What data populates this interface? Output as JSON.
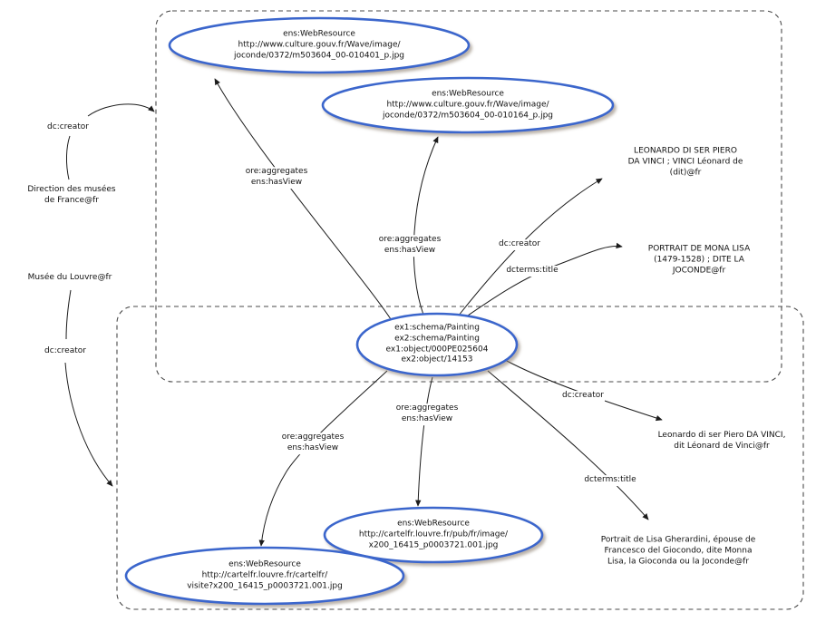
{
  "diagram": {
    "nodes": {
      "painting": {
        "label": "ex1:schema/Painting\nex2:schema/Painting\nex1:object/000PE025604\nex2:object/14153"
      },
      "web1": {
        "label": "ens:WebResource\nhttp://www.culture.gouv.fr/Wave/image/\njoconde/0372/m503604_00-010401_p.jpg"
      },
      "web2": {
        "label": "ens:WebResource\nhttp://www.culture.gouv.fr/Wave/image/\njoconde/0372/m503604_00-010164_p.jpg"
      },
      "web3": {
        "label": "ens:WebResource\nhttp://cartelfr.louvre.fr/pub/fr/image/\nx200_16415_p0003721.001.jpg"
      },
      "web4": {
        "label": "ens:WebResource\nhttp://cartelfr.louvre.fr/cartelfr/\nvisite?x200_16415_p0003721.001.jpg"
      }
    },
    "literals": {
      "direction_musees": "Direction des musées\nde France@fr",
      "musee_louvre": "Musée du Louvre@fr",
      "leonardo_caps": "LEONARDO DI SER PIERO\nDA VINCI ; VINCI Léonard de\n(dit)@fr",
      "portrait_caps": "PORTRAIT DE MONA LISA\n(1479-1528) ; DITE LA\nJOCONDE@fr",
      "leonardo_lower": "Leonardo di ser Piero DA VINCI,\ndit Léonard de Vinci@fr",
      "portrait_lower": "Portrait de Lisa Gherardini, épouse de\nFrancesco del Giocondo, dite Monna\nLisa, la Gioconda ou la Joconde@fr"
    },
    "edge_labels": {
      "dc_creator_top": "dc:creator",
      "dc_creator_left": "dc:creator",
      "dc_creator_upper": "dc:creator",
      "dc_creator_lower": "dc:creator",
      "dcterms_title_upper": "dcterms:title",
      "dcterms_title_lower": "dcterms:title",
      "ore_hasview": "ore:aggregates\nens:hasView"
    },
    "colors": {
      "node_stroke": "#3b66cc",
      "edge": "#1c1c1c",
      "frame": "#4a4a4a",
      "text": "#111111"
    }
  }
}
